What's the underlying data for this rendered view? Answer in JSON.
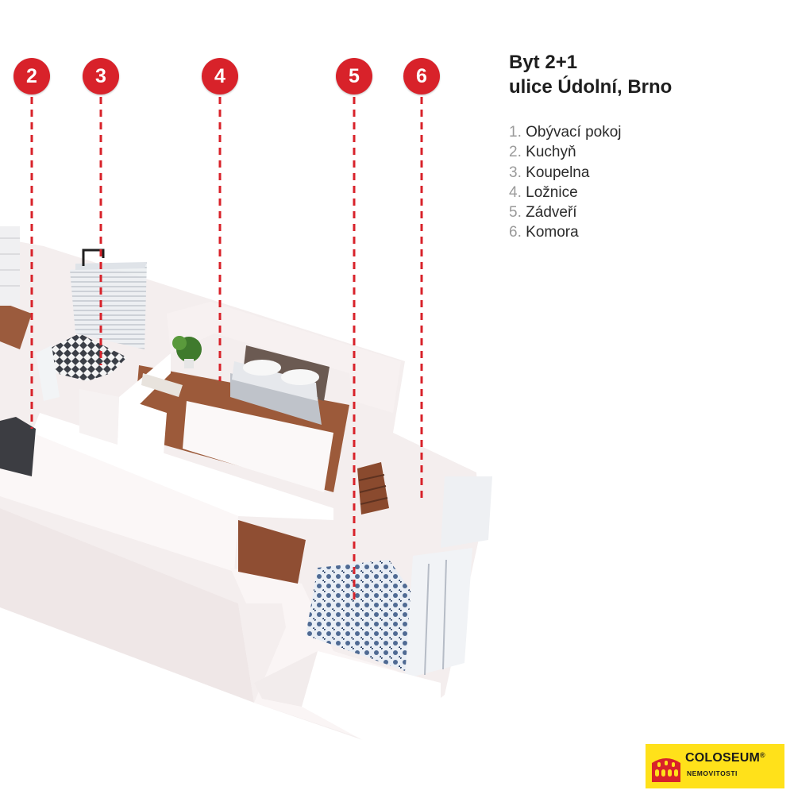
{
  "title": {
    "line1": "Byt 2+1",
    "line2": "ulice Údolní, Brno"
  },
  "markers": [
    "2",
    "3",
    "4",
    "5",
    "6"
  ],
  "legend": [
    {
      "num": "1.",
      "label": "Obývací pokoj"
    },
    {
      "num": "2.",
      "label": "Kuchyň"
    },
    {
      "num": "3.",
      "label": "Koupelna"
    },
    {
      "num": "4.",
      "label": "Ložnice"
    },
    {
      "num": "5.",
      "label": "Zádveří"
    },
    {
      "num": "6.",
      "label": "Komora"
    }
  ],
  "logo": {
    "brand": "COLOSEUM",
    "reg": "®",
    "sub": "NEMOVITOSTI"
  },
  "colors": {
    "marker": "#d8222a",
    "logo_bg": "#ffe11a"
  }
}
